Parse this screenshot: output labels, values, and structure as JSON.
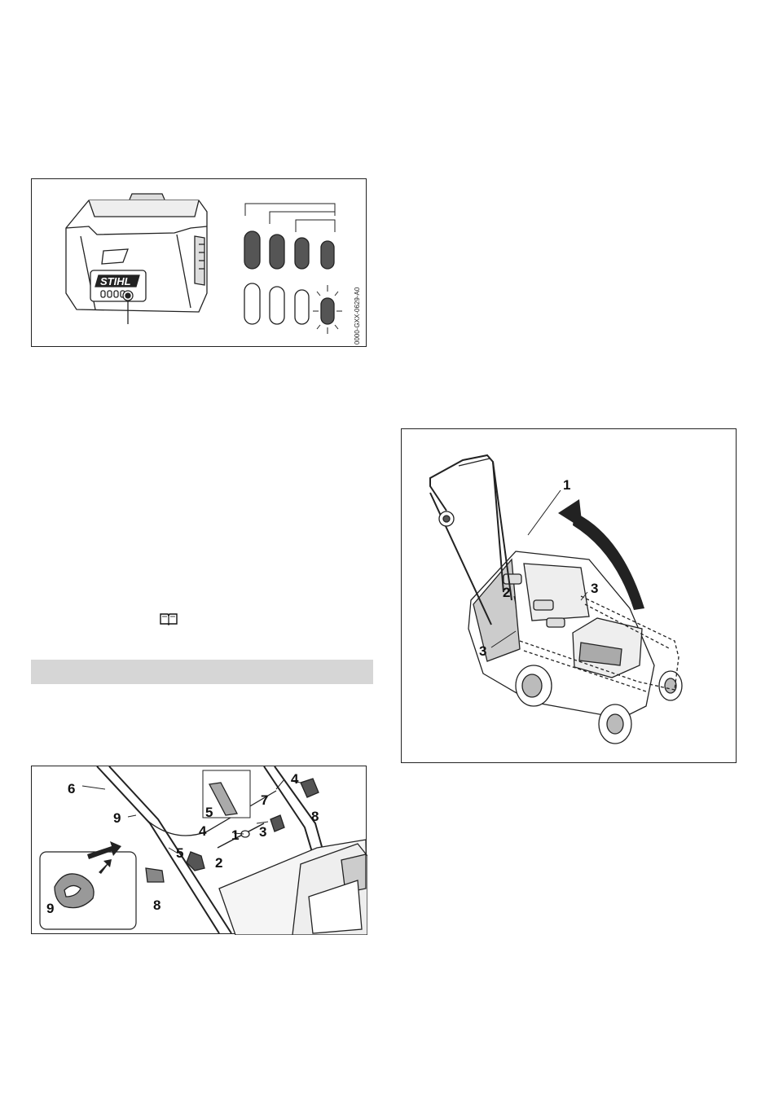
{
  "figures": {
    "battery": {
      "brand": "STIHL",
      "code": "0000-GXX-0629-A0"
    },
    "mower_fold": {
      "labels": [
        "1",
        "2",
        "3",
        "3"
      ]
    },
    "handle_assembly": {
      "labels": [
        "6",
        "9",
        "4",
        "1",
        "3",
        "7",
        "4",
        "8",
        "5",
        "5",
        "2",
        "8",
        "9"
      ]
    }
  },
  "icons": {
    "manual": "open-book-icon"
  },
  "colors": {
    "frame": "#222222",
    "section_bar": "#d6d6d6",
    "led_on": "#555555"
  }
}
